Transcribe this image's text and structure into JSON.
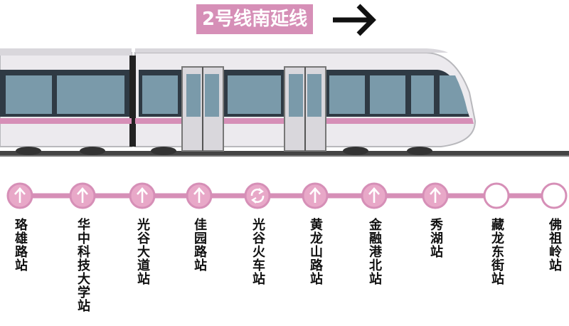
{
  "title": "2号线南延线",
  "colors": {
    "line": "#d68fb7",
    "node": "#e8a8c8",
    "node_outline": "#d68fb7",
    "future": "#ffffff"
  },
  "stations": [
    {
      "name": "珞雄路站",
      "status": "open",
      "icon": "arrow-up-icon"
    },
    {
      "name": "华中科技大学站",
      "status": "open",
      "icon": "arrow-up-icon"
    },
    {
      "name": "光谷大道站",
      "status": "open",
      "icon": "arrow-up-icon"
    },
    {
      "name": "佳园路站",
      "status": "open",
      "icon": "arrow-up-icon"
    },
    {
      "name": "光谷火车站",
      "status": "transfer",
      "icon": "transfer-icon"
    },
    {
      "name": "黄龙山路站",
      "status": "open",
      "icon": "arrow-up-icon"
    },
    {
      "name": "金融港北站",
      "status": "open",
      "icon": "arrow-up-icon"
    },
    {
      "name": "秀湖站",
      "status": "open",
      "icon": "arrow-up-icon"
    },
    {
      "name": "藏龙东街站",
      "status": "future",
      "icon": "empty-circle"
    },
    {
      "name": "佛祖岭站",
      "status": "future",
      "icon": "empty-circle"
    }
  ]
}
